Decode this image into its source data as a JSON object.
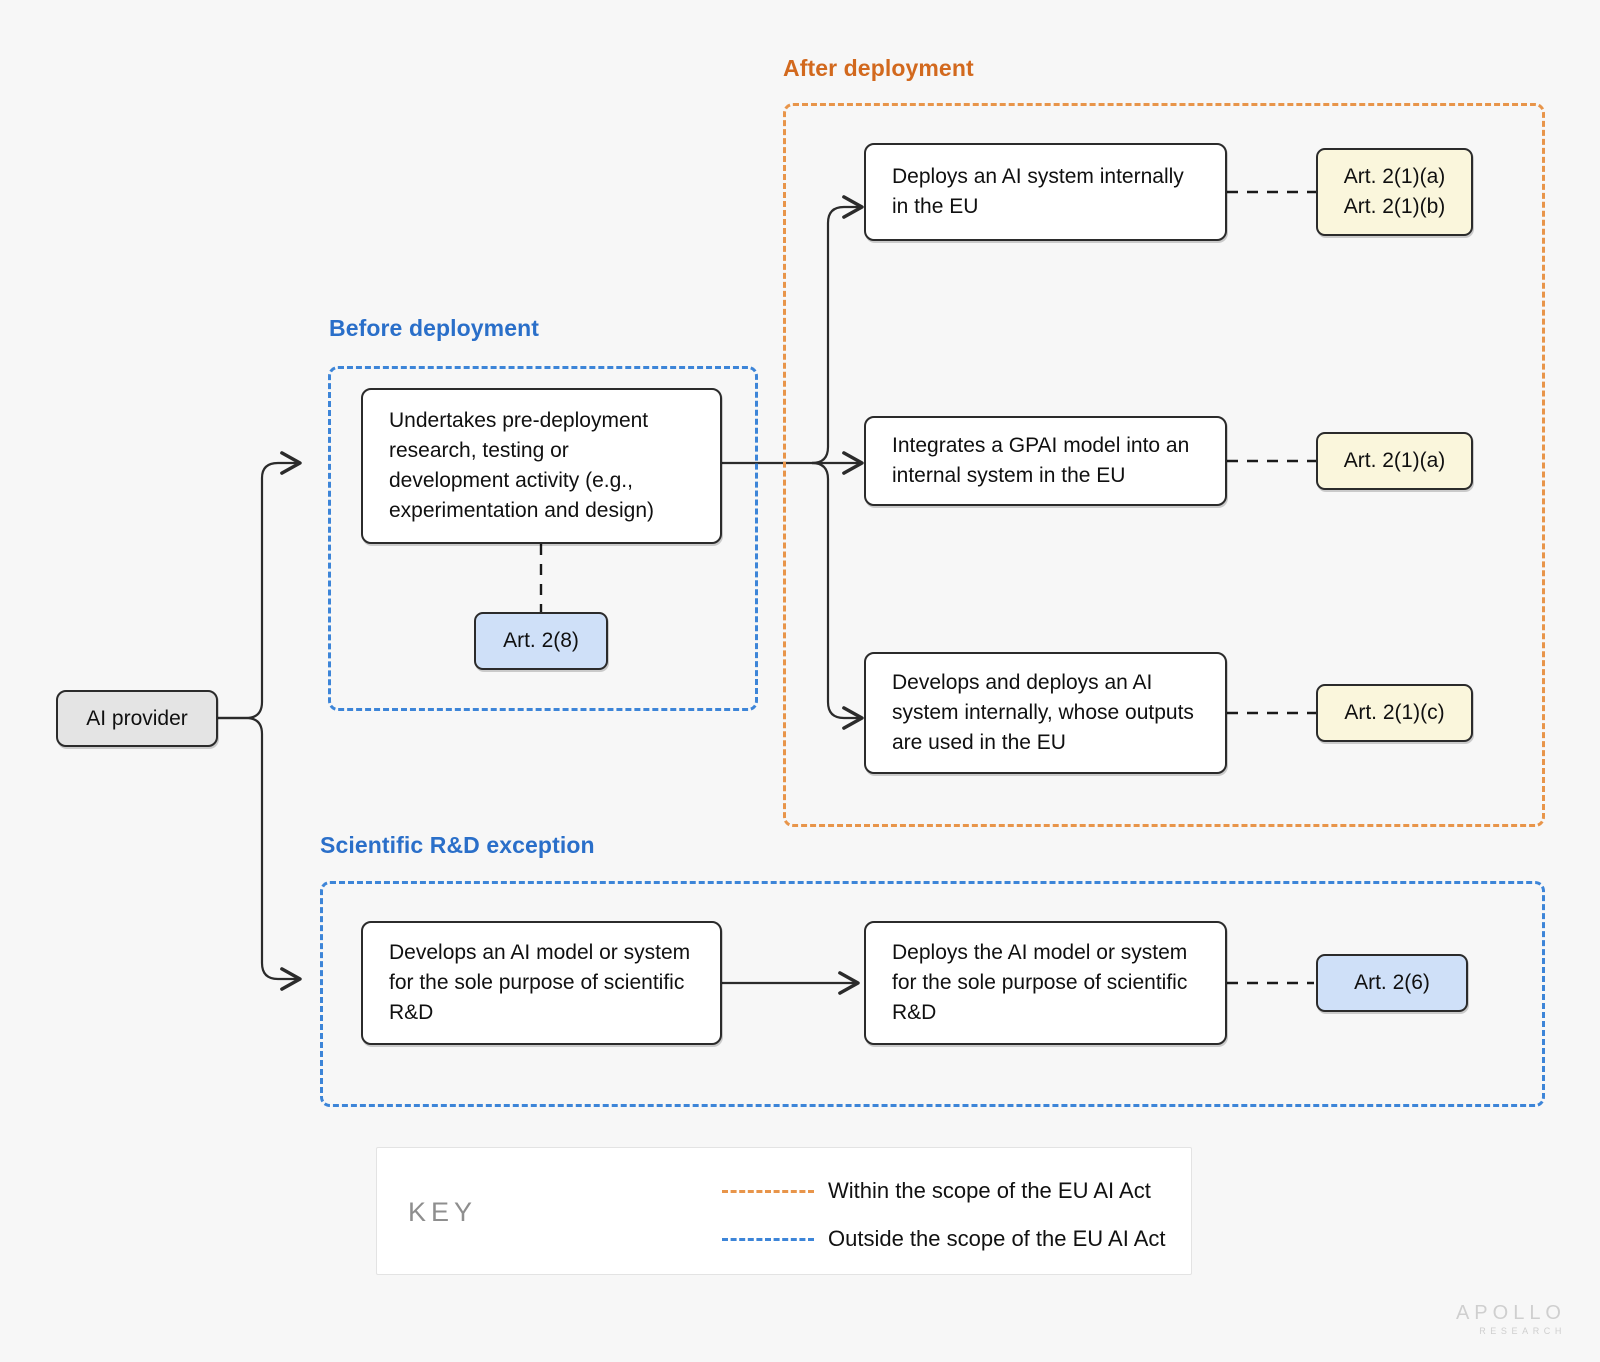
{
  "diagram": {
    "title_hidden": "",
    "groups": [
      {
        "id": "after",
        "label": "After deployment",
        "scope": "within"
      },
      {
        "id": "before",
        "label": "Before deployment",
        "scope": "outside"
      },
      {
        "id": "rnd",
        "label": "Scientific R&D exception",
        "scope": "outside"
      }
    ],
    "root": {
      "label": "AI provider"
    },
    "nodes": {
      "pre_deployment": "Undertakes pre-deployment research, testing or development activity (e.g., experimentation and design)",
      "deploy_internal": "Deploys an AI system internally in the EU",
      "integrate_gpai": "Integrates a GPAI model into an internal system in the EU",
      "develop_deploy_outputs": "Develops and deploys an AI system internally, whose outputs are used in the EU",
      "rnd_develop": "Develops an AI model or system for the sole purpose of scientific R&D",
      "rnd_deploy": "Deploys the AI model or system for the sole purpose of scientific R&D"
    },
    "tags": {
      "art_2_8": "Art. 2(8)",
      "art_2_1_a_b_line1": "Art. 2(1)(a)",
      "art_2_1_a_b_line2": "Art. 2(1)(b)",
      "art_2_1_a": "Art. 2(1)(a)",
      "art_2_1_c": "Art. 2(1)(c)",
      "art_2_6": "Art. 2(6)"
    },
    "key": {
      "title": "KEY",
      "rows": [
        {
          "swatch": "orange-dashed-line",
          "text": "Within the scope of the EU AI Act"
        },
        {
          "swatch": "blue-dashed-line",
          "text": "Outside the scope of the EU AI Act"
        }
      ]
    },
    "logo": {
      "line1": "APOLLO",
      "line2": "RESEARCH"
    },
    "colors": {
      "background": "#f7f7f7",
      "within_scope": "#e8954a",
      "outside_scope": "#3d85d8",
      "label_orange": "#d2691e",
      "label_blue": "#2a6fc9",
      "tag_yellow": "#faf6dc",
      "tag_blue": "#cfe0f8",
      "root_grey": "#e4e4e4",
      "node_border": "#2b2b2b"
    }
  }
}
